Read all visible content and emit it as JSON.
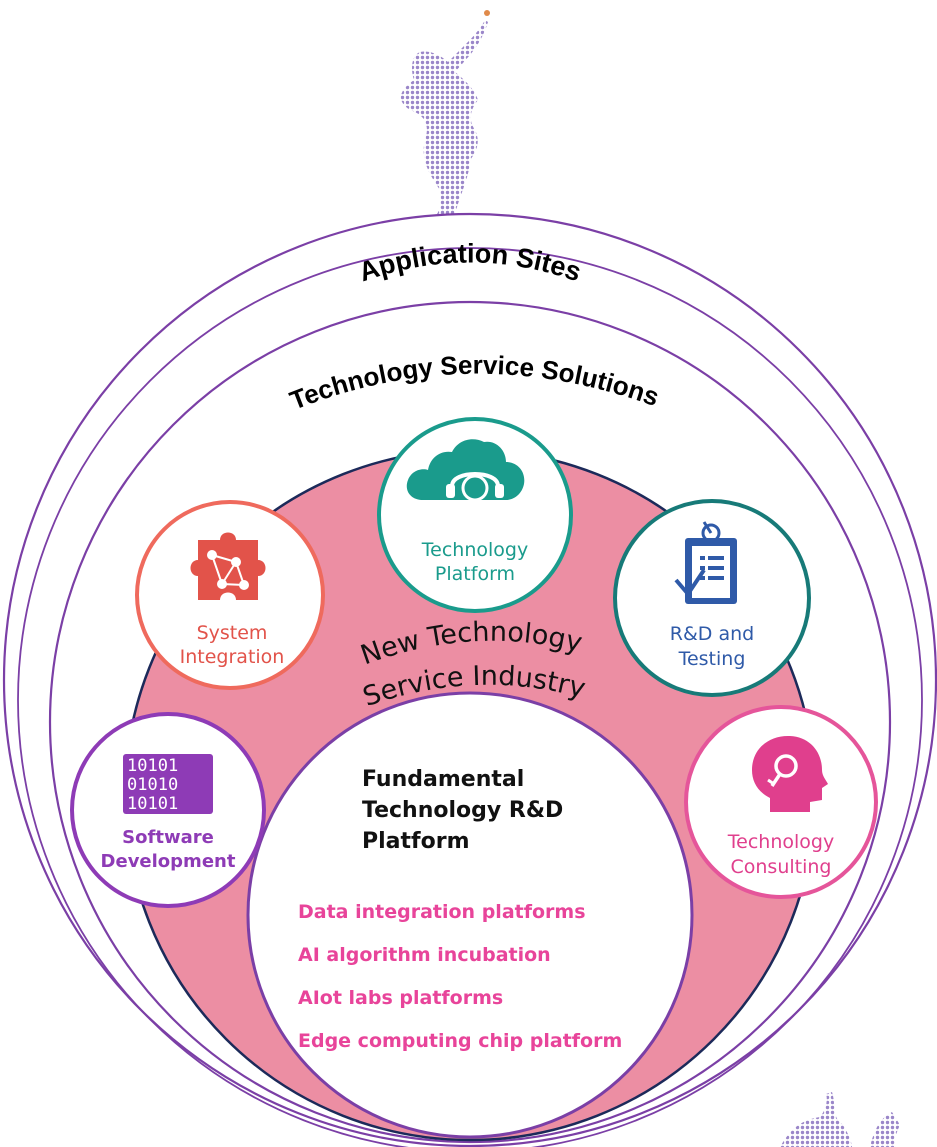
{
  "rings": {
    "outer_label": "Application Sites",
    "middle_label": "Technology Service Solutions",
    "core_label_line1": "New Technology",
    "core_label_line2": "Service Industry"
  },
  "satellites": [
    {
      "name": "technology-platform",
      "line1": "Technology",
      "line2": "Platform",
      "ring_color": "#1a9b8c",
      "text_color": "#1a9b8c",
      "icon": "cloud-headset-icon"
    },
    {
      "name": "system-integration",
      "line1": "System",
      "line2": "Integration",
      "ring_color": "#ef6a5d",
      "text_color": "#e2534a",
      "icon": "puzzle-network-icon"
    },
    {
      "name": "rd-testing",
      "line1": "R&D and",
      "line2": "Testing",
      "ring_color": "#177a78",
      "text_color": "#2f5aa8",
      "icon": "clipboard-check-icon"
    },
    {
      "name": "software-development",
      "line1": "Software",
      "line2": "Development",
      "ring_color": "#8e3bb6",
      "text_color": "#8e3bb6",
      "icon": "binary-code-icon"
    },
    {
      "name": "technology-consulting",
      "line1": "Technology",
      "line2": "Consulting",
      "ring_color": "#e5559a",
      "text_color": "#e03f8d",
      "icon": "head-key-icon"
    }
  ],
  "fundamental": {
    "title_line1": "Fundamental",
    "title_line2": "Technology R&D",
    "title_line3": "Platform",
    "items": [
      "Data integration platforms",
      "AI algorithm incubation",
      "AIot labs platforms",
      "Edge computing chip platform"
    ]
  },
  "colors": {
    "outer_ring": "#7b3fa6",
    "core_fill": "#ec8ea3",
    "core_stroke": "#1c2a5a",
    "fundamental_title": "#111111",
    "fundamental_items": "#e8449a",
    "figure_dots": "#9a86c9"
  }
}
